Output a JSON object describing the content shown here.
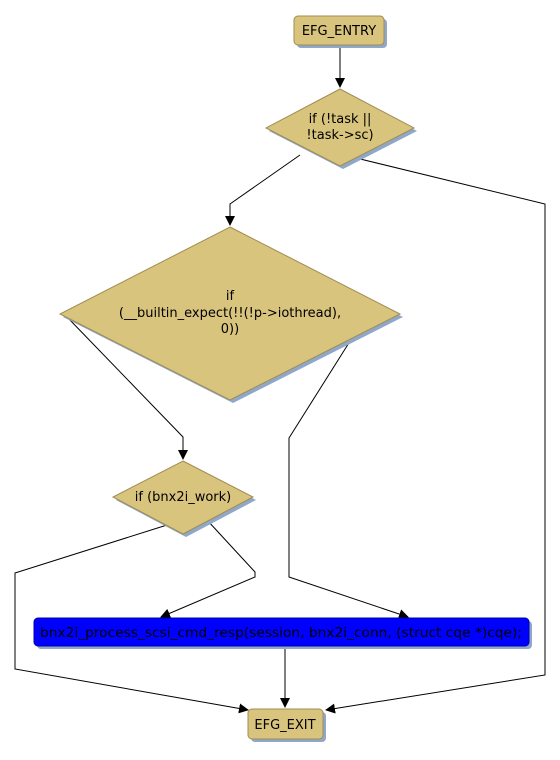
{
  "colors": {
    "node_fill": "#d9c47e",
    "node_stroke": "#a08c52",
    "stmt_fill": "#0000ff",
    "stmt_stroke": "#0000aa",
    "edge": "#000000"
  },
  "nodes": {
    "entry": {
      "label": "EFG_ENTRY"
    },
    "cond_task": {
      "lines": [
        "if (!task ||",
        "!task->sc)"
      ]
    },
    "cond_iothread": {
      "lines": [
        "if",
        "(__builtin_expect(!!(!p->iothread),",
        "0))"
      ]
    },
    "cond_work": {
      "lines": [
        "if (bnx2i_work)"
      ]
    },
    "call_process": {
      "label": "bnx2i_process_scsi_cmd_resp(session, bnx2i_conn, (struct cqe *)cqe);"
    },
    "exit": {
      "label": "EFG_EXIT"
    }
  }
}
